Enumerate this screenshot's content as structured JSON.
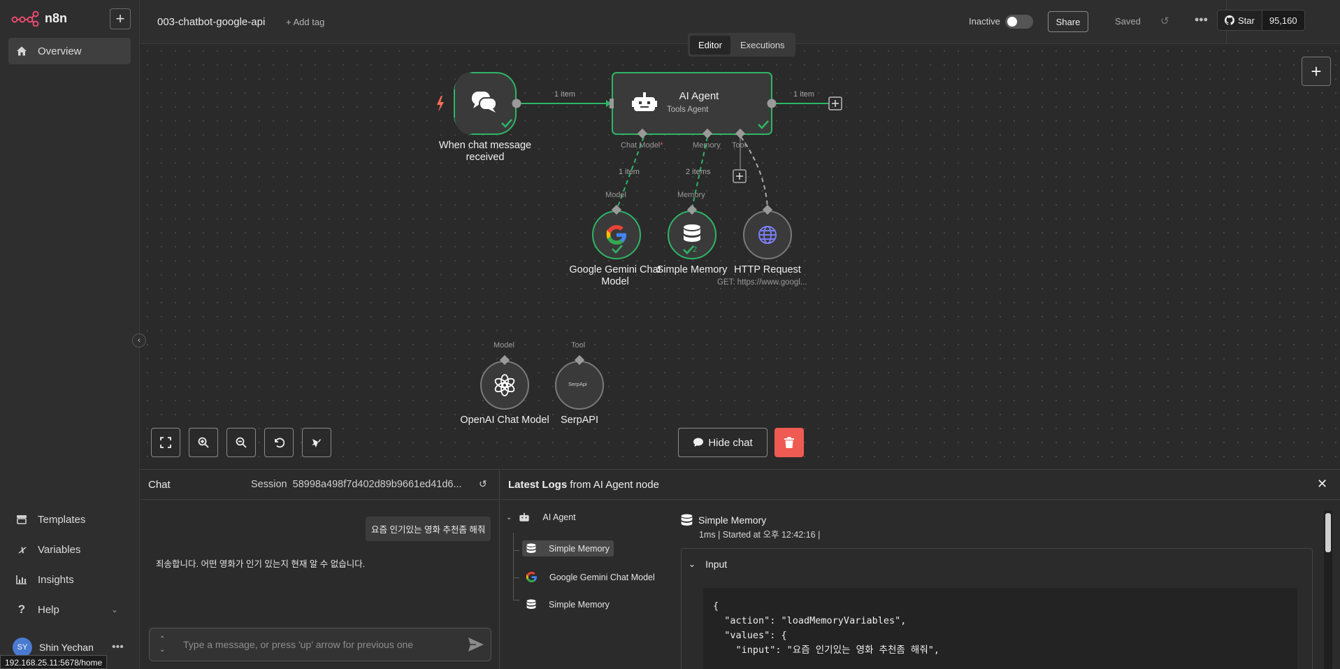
{
  "app": {
    "logo_text": "n8n"
  },
  "sidebar": {
    "items": [
      {
        "label": "Overview"
      },
      {
        "label": "Templates"
      },
      {
        "label": "Variables"
      },
      {
        "label": "Insights"
      },
      {
        "label": "Help"
      }
    ],
    "user": {
      "initials": "SY",
      "name": "Shin Yechan"
    }
  },
  "status_url": "192.168.25.11:5678/home",
  "header": {
    "workflow_name": "003-chatbot-google-api",
    "add_tag": "+ Add tag",
    "active_status": "Inactive",
    "share": "Share",
    "saved": "Saved",
    "github_star": "Star",
    "github_count": "95,160",
    "tabs": [
      {
        "label": "Editor"
      },
      {
        "label": "Executions"
      }
    ]
  },
  "canvas": {
    "nodes": {
      "trigger": {
        "label_line1": "When chat message",
        "label_line2": "received"
      },
      "agent": {
        "title": "AI Agent",
        "subtitle": "Tools Agent"
      },
      "gemini": {
        "label_line1": "Google Gemini Chat",
        "label_line2": "Model"
      },
      "memory": {
        "label": "Simple Memory",
        "count": "2"
      },
      "http": {
        "label": "HTTP Request",
        "subtitle": "GET: https://www.googl..."
      },
      "openai": {
        "label": "OpenAI Chat Model"
      },
      "serpapi": {
        "label": "SerpAPI",
        "logo_text": "SerpApi"
      }
    },
    "connections": {
      "trigger_to_agent": "1 item",
      "agent_out": "1 item",
      "model_items": "1 item",
      "memory_items": "2 items"
    },
    "handles": {
      "chat_model": "Chat Model",
      "chat_model_required": "*",
      "memory": "Memory",
      "tool": "Tool",
      "gemini_top": "Model",
      "memory_top": "Memory",
      "openai_top": "Model",
      "serpapi_top": "Tool"
    },
    "hide_chat": "Hide chat"
  },
  "chat": {
    "title": "Chat",
    "session_label": "Session",
    "session_id": "58998a498f7d402d89b9661ed41d6...",
    "user_message": "요즘 인기있는 영화 추천좀 해줘",
    "bot_message": "죄송합니다. 어떤 영화가 인기 있는지 현재 알 수 없습니다.",
    "input_placeholder": "Type a message, or press 'up' arrow for previous one"
  },
  "logs": {
    "title_bold": "Latest Logs",
    "title_rest": " from AI Agent node",
    "tree": [
      {
        "label": "AI Agent"
      },
      {
        "label": "Simple Memory"
      },
      {
        "label": "Google Gemini Chat Model"
      },
      {
        "label": "Simple Memory"
      }
    ],
    "detail": {
      "title": "Simple Memory",
      "meta": "1ms | Started at 오후 12:42:16 |",
      "section": "Input",
      "code": "{\n  \"action\": \"loadMemoryVariables\",\n  \"values\": {\n    \"input\": \"요즘 인기있는 영화 추천좀 해줘\","
    }
  },
  "colors": {
    "success": "#2fb567",
    "brand": "#ea4b71",
    "trigger_bolt": "#ff6d5a",
    "danger": "#ef5b52"
  }
}
